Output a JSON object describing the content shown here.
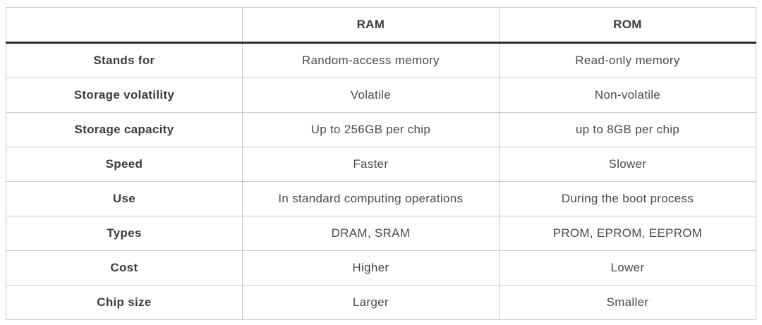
{
  "table": {
    "columns": {
      "label": "",
      "ram": "RAM",
      "rom": "ROM"
    },
    "rows": [
      {
        "label": "Stands for",
        "ram": "Random-access memory",
        "rom": "Read-only memory"
      },
      {
        "label": "Storage volatility",
        "ram": "Volatile",
        "rom": "Non-volatile"
      },
      {
        "label": "Storage capacity",
        "ram": "Up to 256GB per chip",
        "rom": "up to 8GB per chip"
      },
      {
        "label": "Speed",
        "ram": "Faster",
        "rom": "Slower"
      },
      {
        "label": "Use",
        "ram": "In standard computing operations",
        "rom": "During the boot process"
      },
      {
        "label": "Types",
        "ram": "DRAM, SRAM",
        "rom": "PROM, EPROM, EEPROM"
      },
      {
        "label": "Cost",
        "ram": "Higher",
        "rom": "Lower"
      },
      {
        "label": "Chip size",
        "ram": "Larger",
        "rom": "Smaller"
      }
    ],
    "colors": {
      "border": "#c9c9c9",
      "header_rule": "#2b2b2b",
      "text": "#4a4a4a",
      "bold_text": "#3c3c3c",
      "background": "#ffffff"
    }
  }
}
